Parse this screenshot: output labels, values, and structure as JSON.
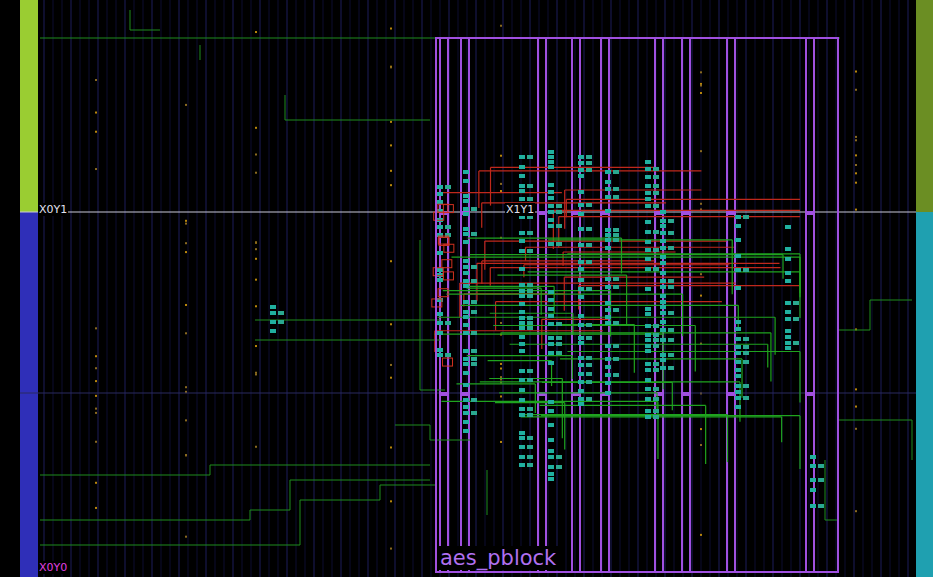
{
  "diagram": {
    "nodes": [
      {
        "text": [
          "aes_pblock"
        ]
      }
    ],
    "labels": [
      "X0Y1",
      "X1Y1",
      "X0Y0"
    ]
  }
}
